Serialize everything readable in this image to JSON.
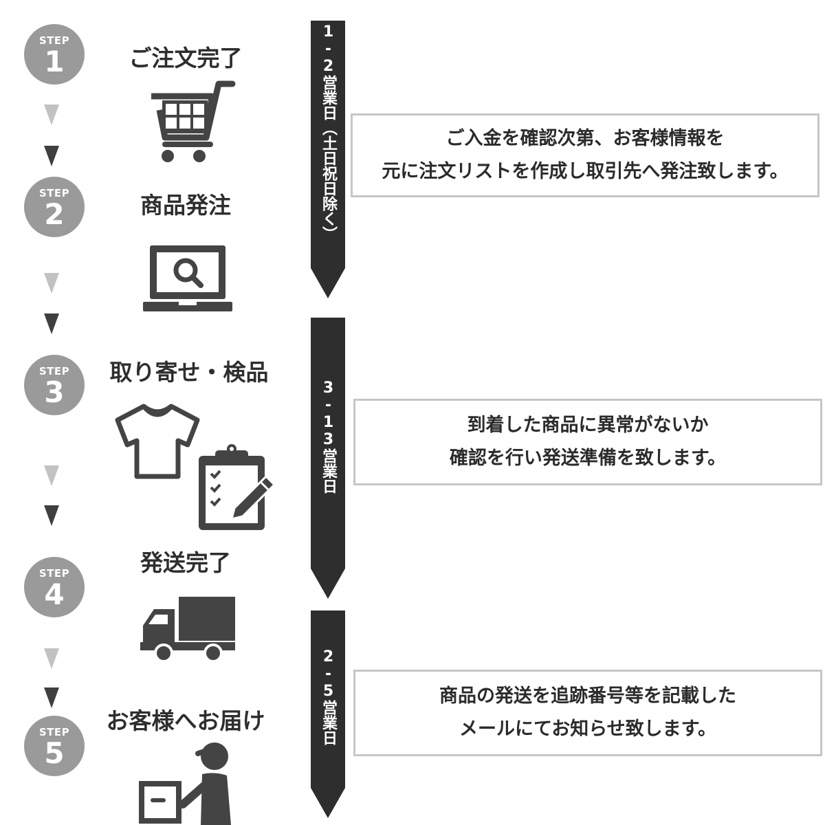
{
  "steps": [
    {
      "word": "STEP",
      "number": "1",
      "title": "ご注文完了",
      "icon": "shopping-cart-icon"
    },
    {
      "word": "STEP",
      "number": "2",
      "title": "商品発注",
      "icon": "laptop-search-icon"
    },
    {
      "word": "STEP",
      "number": "3",
      "title": "取り寄せ・検品",
      "icon": "tshirt-clipboard-icon"
    },
    {
      "word": "STEP",
      "number": "4",
      "title": "発送完了",
      "icon": "truck-icon"
    },
    {
      "word": "STEP",
      "number": "5",
      "title": "お客様へお届け",
      "icon": "delivery-person-icon"
    }
  ],
  "timeline": [
    {
      "label": "1-2営業日（土日祝日除く）"
    },
    {
      "label": "3-13営業日"
    },
    {
      "label": "2-5営業日"
    }
  ],
  "descriptions": [
    {
      "line1": "ご入金を確認次第、お客様情報を",
      "line2": "元に注文リストを作成し取引先へ発注致します。"
    },
    {
      "line1": "到着した商品に異常がないか",
      "line2": "確認を行い発送準備を致します。"
    },
    {
      "line1": "商品の発送を追跡番号等を記載した",
      "line2": "メールにてお知らせ致します。"
    }
  ],
  "colors": {
    "circle": "#9a9a9a",
    "bar": "#2e2e2e",
    "arrow_light": "#c2c2c2",
    "arrow_dark": "#3f3f3f",
    "icon": "#444444",
    "box_border": "#c6c6c6"
  }
}
